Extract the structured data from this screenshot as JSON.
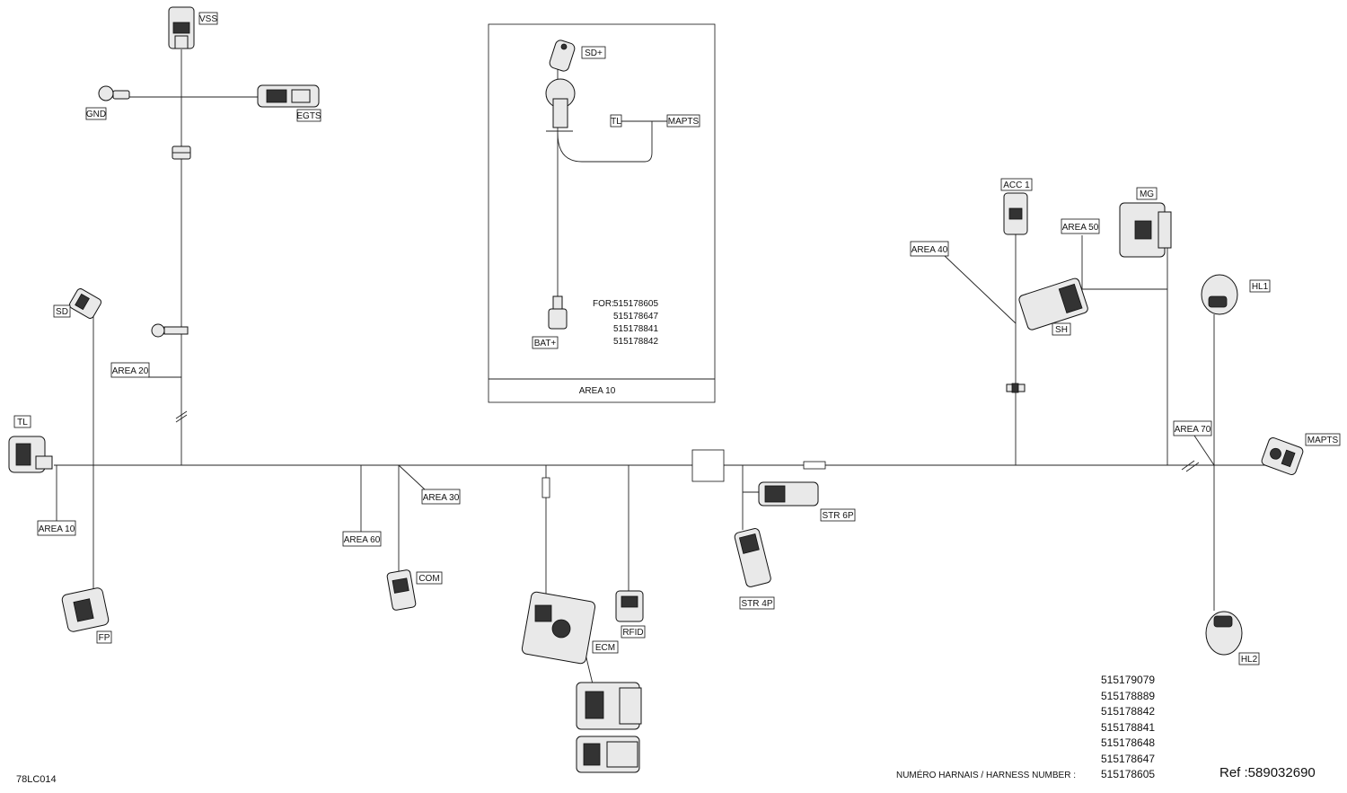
{
  "labels": {
    "vss": "VSS",
    "gnd": "GND",
    "egts": "EGTS",
    "sd": "SD",
    "tl": "TL",
    "fp": "FP",
    "com": "COM",
    "ecm": "ECM",
    "rfid": "RFID",
    "str6p": "STR 6P",
    "str4p": "STR 4P",
    "acc1": "ACC 1",
    "mg": "MG",
    "sh": "SH",
    "hl1": "HL1",
    "hl2": "HL2",
    "mapts": "MAPTS"
  },
  "areas": {
    "area10": "AREA 10",
    "area20": "AREA 20",
    "area30": "AREA 30",
    "area40": "AREA 40",
    "area50": "AREA 50",
    "area60": "AREA 60",
    "area70": "AREA 70"
  },
  "inset": {
    "sd_plus": "SD+",
    "tl": "TL",
    "mapts": "MAPTS",
    "bat_plus": "BAT+",
    "for_label": "FOR:",
    "for_numbers": [
      "515178605",
      "515178647",
      "515178841",
      "515178842"
    ],
    "footer": "AREA 10"
  },
  "harness": {
    "numbers": [
      "515179079",
      "515178889",
      "515178842",
      "515178841",
      "515178648",
      "515178647",
      "515178605"
    ],
    "caption": "NUMÉRO HARNAIS / HARNESS NUMBER :"
  },
  "ref": "Ref :589032690",
  "drawing_code": "78LC014"
}
